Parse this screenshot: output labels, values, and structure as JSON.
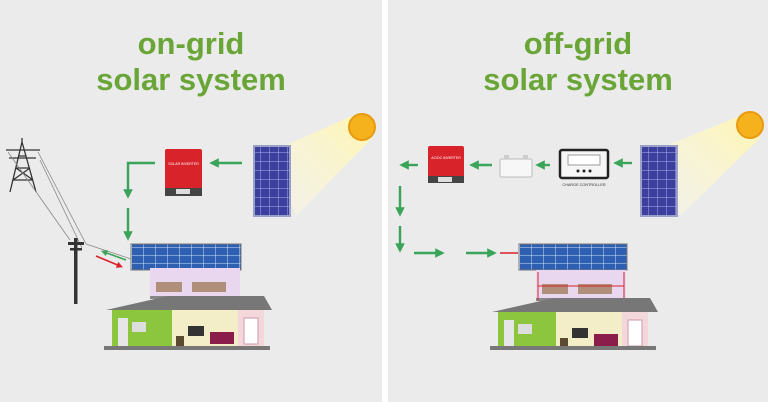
{
  "left": {
    "title_line1": "on-grid",
    "title_line2": "solar system",
    "inverter_label": "SOLAR INVERTER"
  },
  "right": {
    "title_line1": "off-grid",
    "title_line2": "solar system",
    "inverter_label": "AC/DC INVERTER",
    "controller_label": "CHARGE CONTROLLER"
  },
  "colors": {
    "title": "#6aa637",
    "arrow": "#3aa45a",
    "sun": "#f5b21c",
    "panel": "#3d3f9e",
    "inverter": "#d9232b",
    "background": "#ebebeb"
  }
}
